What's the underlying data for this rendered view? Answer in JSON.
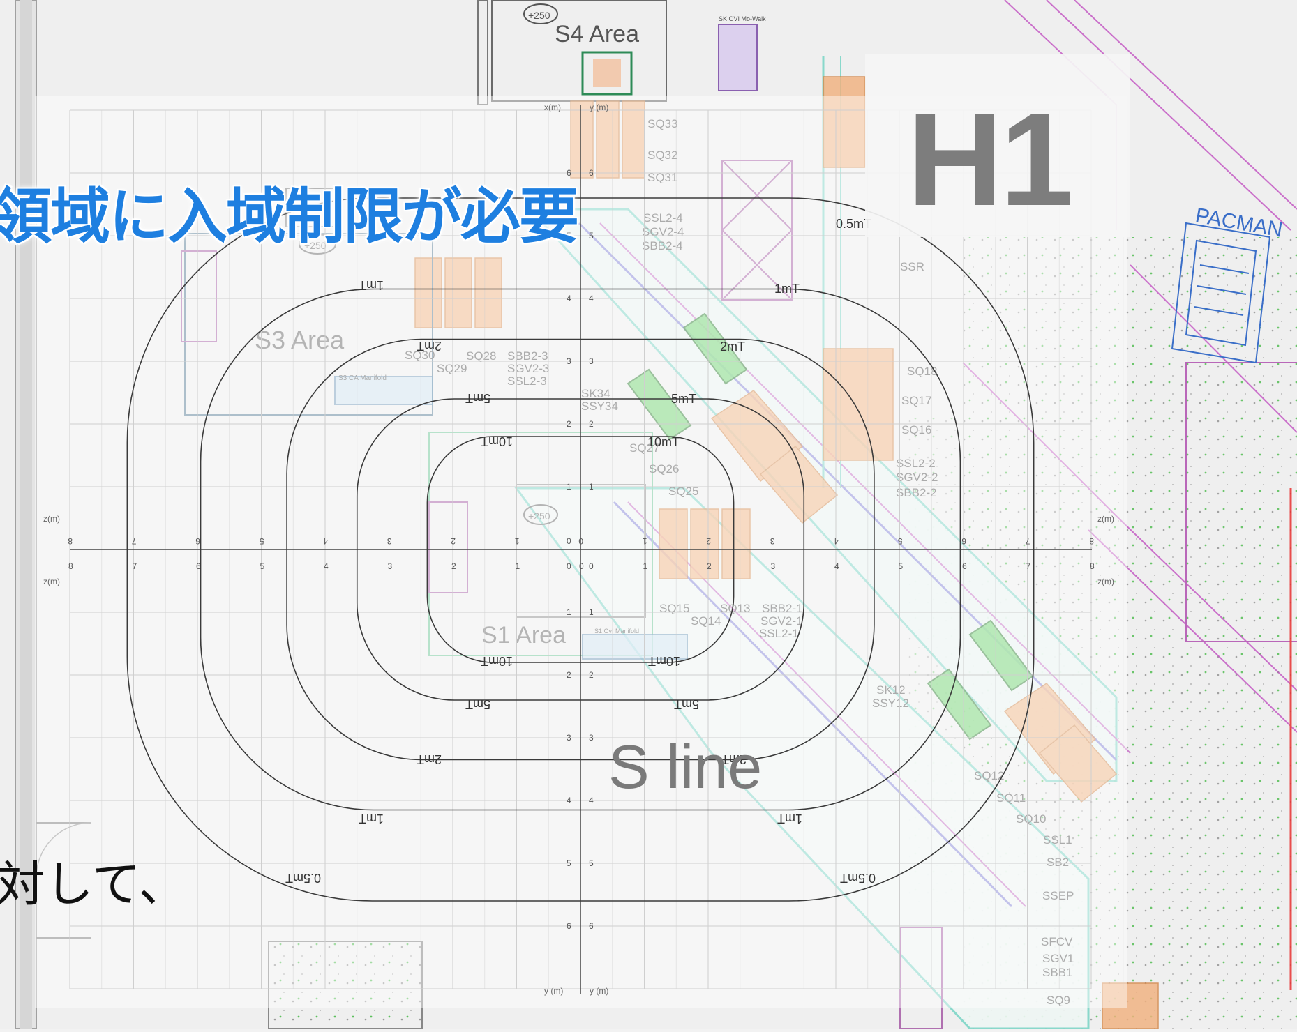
{
  "slide": {
    "title_fragment": "領域に入域制限が必要",
    "body_fragment": "対して、"
  },
  "hall": {
    "label": "H1"
  },
  "drawing": {
    "areas": {
      "s4": "S4 Area",
      "s3": "S3 Area",
      "s1": "S1 Area",
      "s_line": "S line",
      "pacman": "PACMAN"
    },
    "small_tags": {
      "s4_top": "SK OVI Mo-Walk",
      "s3_tag": "S3 CA Manifold",
      "s1_tag": "S1 OvI Manifold",
      "quad_plus": "+250",
      "s3_plus": "+250"
    },
    "magnets": [
      {
        "id": "SQ33"
      },
      {
        "id": "SQ32"
      },
      {
        "id": "SQ31"
      },
      {
        "id": "SSL2-4"
      },
      {
        "id": "SGV2-4"
      },
      {
        "id": "SBB2-4"
      },
      {
        "id": "SSR"
      },
      {
        "id": "SQ30"
      },
      {
        "id": "SQ28"
      },
      {
        "id": "SQ29"
      },
      {
        "id": "SBB2-3"
      },
      {
        "id": "SGV2-3"
      },
      {
        "id": "SSL2-3"
      },
      {
        "id": "SK34"
      },
      {
        "id": "SSY34"
      },
      {
        "id": "SQ27"
      },
      {
        "id": "SQ26"
      },
      {
        "id": "SQ25"
      },
      {
        "id": "SQ18"
      },
      {
        "id": "SQ17"
      },
      {
        "id": "SQ16"
      },
      {
        "id": "SSL2-2"
      },
      {
        "id": "SGV2-2"
      },
      {
        "id": "SBB2-2"
      },
      {
        "id": "SQ15"
      },
      {
        "id": "SQ14"
      },
      {
        "id": "SQ13"
      },
      {
        "id": "SBB2-1"
      },
      {
        "id": "SGV2-1"
      },
      {
        "id": "SSL2-1"
      },
      {
        "id": "SK12"
      },
      {
        "id": "SSY12"
      },
      {
        "id": "SQ12"
      },
      {
        "id": "SQ11"
      },
      {
        "id": "SQ10"
      },
      {
        "id": "SSL1"
      },
      {
        "id": "SB2"
      },
      {
        "id": "SSEP"
      },
      {
        "id": "SFCV"
      },
      {
        "id": "SGV1"
      },
      {
        "id": "SBB1"
      },
      {
        "id": "SQ9"
      }
    ]
  },
  "field_map": {
    "axis_labels": {
      "top_left": "x(m)",
      "top_right": "y (m)",
      "left_upper": "z(m)",
      "left_lower": "z(m)",
      "right_upper": "z(m)",
      "right_lower": "z(m)",
      "bottom_left": "y (m)",
      "bottom_right": "y (m)"
    },
    "contours": [
      {
        "label_upper": "0.5mT",
        "label_lower": "0.5mT",
        "label_lower_left": "0.5mT"
      },
      {
        "label_upper_left": "1mT",
        "label_upper": "1mT",
        "label_lower_left": "1mT",
        "label_lower_right": "1mT"
      },
      {
        "label_upper_left": "2mT",
        "label_upper": "2mT",
        "label_lower_left": "2mT",
        "label_lower_right": "2mT"
      },
      {
        "label_upper_left": "5mT",
        "label_upper": "5mT",
        "label_lower_left": "5mT",
        "label_lower_right": "5mT"
      },
      {
        "label_upper_left": "10mT",
        "label_upper": "10mT",
        "label_lower_left": "10mT",
        "label_lower_right": "10mT"
      }
    ],
    "h_ticks": [
      "8",
      "7",
      "6",
      "5",
      "4",
      "3",
      "2",
      "1",
      "0",
      "1",
      "2",
      "3",
      "4",
      "5",
      "6",
      "7",
      "8"
    ],
    "v_ticks_up": [
      "6",
      "5",
      "4",
      "3",
      "2",
      "1"
    ],
    "v_ticks_down": [
      "1",
      "2",
      "3",
      "4",
      "5",
      "6"
    ],
    "center_tick": "0"
  }
}
